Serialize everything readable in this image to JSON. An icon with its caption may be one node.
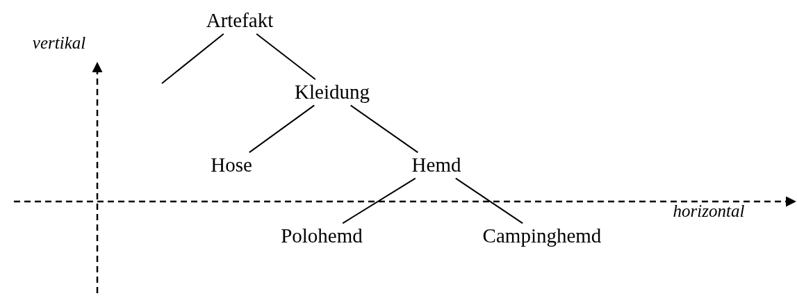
{
  "diagram": {
    "nodes": [
      {
        "text": [
          "Artefakt"
        ]
      },
      {
        "text": [
          "Kleidung"
        ]
      },
      {
        "text": [
          "Hose"
        ]
      },
      {
        "text": [
          "Hemd"
        ]
      },
      {
        "text": [
          "Polohemd"
        ]
      },
      {
        "text": [
          "Campinghemd"
        ]
      }
    ],
    "edges": [
      {
        "from": 0,
        "to": null,
        "arrow": "none"
      },
      {
        "from": 0,
        "to": 1,
        "arrow": "none"
      },
      {
        "from": 1,
        "to": 2,
        "arrow": "none"
      },
      {
        "from": 1,
        "to": 3,
        "arrow": "none"
      },
      {
        "from": 3,
        "to": 4,
        "arrow": "none"
      },
      {
        "from": 3,
        "to": 5,
        "arrow": "none"
      }
    ],
    "labels": [
      "vertikal",
      "horizontal"
    ]
  }
}
